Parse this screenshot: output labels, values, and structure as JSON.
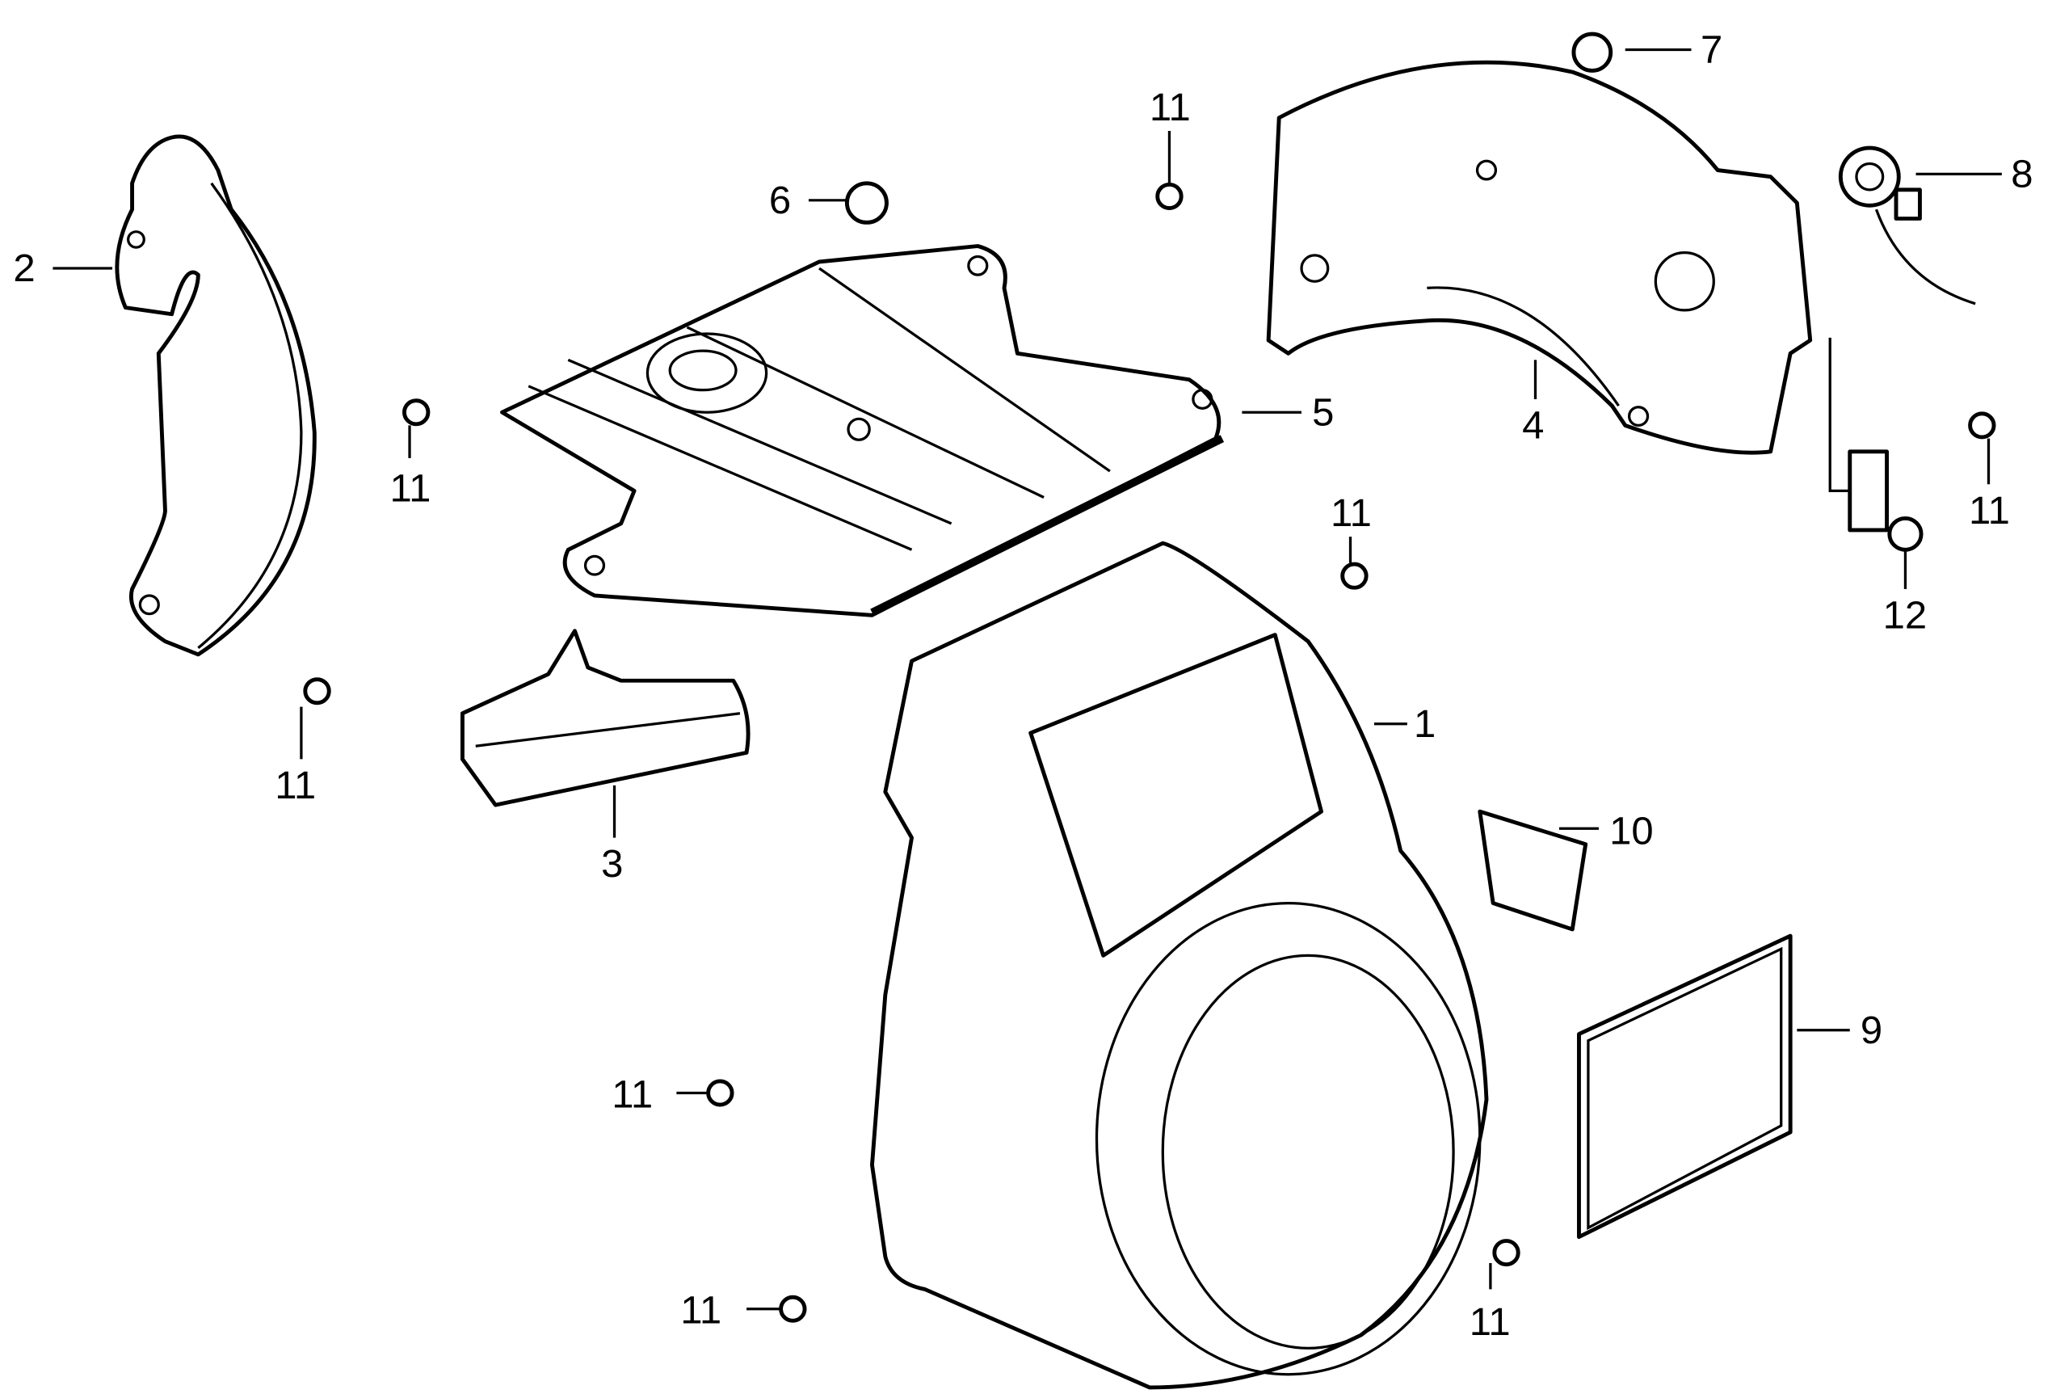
{
  "diagram": {
    "type": "exploded-parts-diagram",
    "callouts": {
      "p1": "1",
      "p2": "2",
      "p3": "3",
      "p4": "4",
      "p5": "5",
      "p6": "6",
      "p7": "7",
      "p8": "8",
      "p9": "9",
      "p10": "10",
      "p12": "12",
      "p11": [
        "11",
        "11",
        "11",
        "11",
        "11",
        "11",
        "11",
        "11"
      ]
    }
  }
}
